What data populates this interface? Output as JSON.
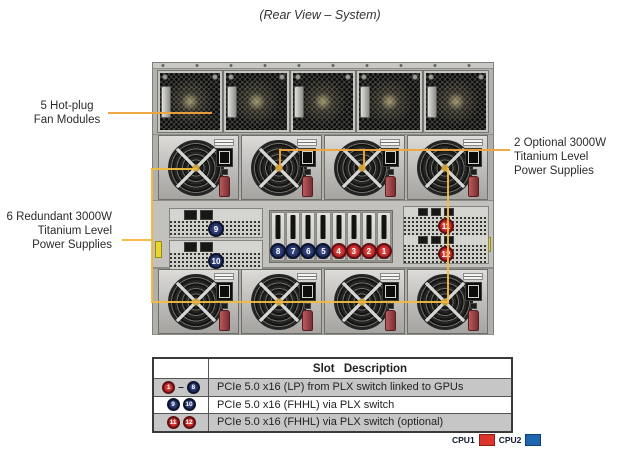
{
  "title": "(Rear View – System)",
  "callouts": {
    "fan_label": "5 Hot-plug\nFan Modules",
    "optional_psu_label": "2 Optional 3000W\nTitanium Level\nPower Supplies",
    "redundant_psu_label": "6 Redundant 3000W\nTitanium Level\nPower Supplies"
  },
  "server": {
    "fan_module_count": 5,
    "psu_top_count": 4,
    "psu_bottom_count": 4,
    "center_slots": [
      {
        "num": "8",
        "cpu": "CPU2"
      },
      {
        "num": "7",
        "cpu": "CPU2"
      },
      {
        "num": "6",
        "cpu": "CPU2"
      },
      {
        "num": "5",
        "cpu": "CPU2"
      },
      {
        "num": "4",
        "cpu": "CPU1"
      },
      {
        "num": "3",
        "cpu": "CPU1"
      },
      {
        "num": "2",
        "cpu": "CPU1"
      },
      {
        "num": "1",
        "cpu": "CPU1"
      }
    ],
    "left_slots": [
      {
        "num": "9",
        "cpu": "CPU2"
      },
      {
        "num": "10",
        "cpu": "CPU2"
      }
    ],
    "right_slots": [
      {
        "num": "11",
        "cpu": "CPU1"
      },
      {
        "num": "12",
        "cpu": "CPU1"
      }
    ]
  },
  "table": {
    "header": "Slot Description",
    "rows": [
      {
        "badge_start": "1",
        "badge_sep": "–",
        "badge_end": "8",
        "description": "PCIe 5.0 x16 (LP) from PLX switch linked to GPUs"
      },
      {
        "badges": [
          "9",
          "10"
        ],
        "description": "PCIe 5.0 x16 (FHHL) via PLX switch"
      },
      {
        "badges": [
          "11",
          "12"
        ],
        "description": "PCIe 5.0 x16 (FHHL) via PLX switch (optional)"
      }
    ]
  },
  "legend": {
    "cpu1_label": "CPU1",
    "cpu1_color": "#DD352C",
    "cpu2_label": "CPU2",
    "cpu2_color": "#1D66AD"
  },
  "colors": {
    "callout_line": "#EFA43B",
    "bracket_line": "#F1BA3D",
    "slot_red": "#B01E24",
    "slot_blue": "#1D2A57",
    "table_row_shade": "#C6C6C6"
  }
}
